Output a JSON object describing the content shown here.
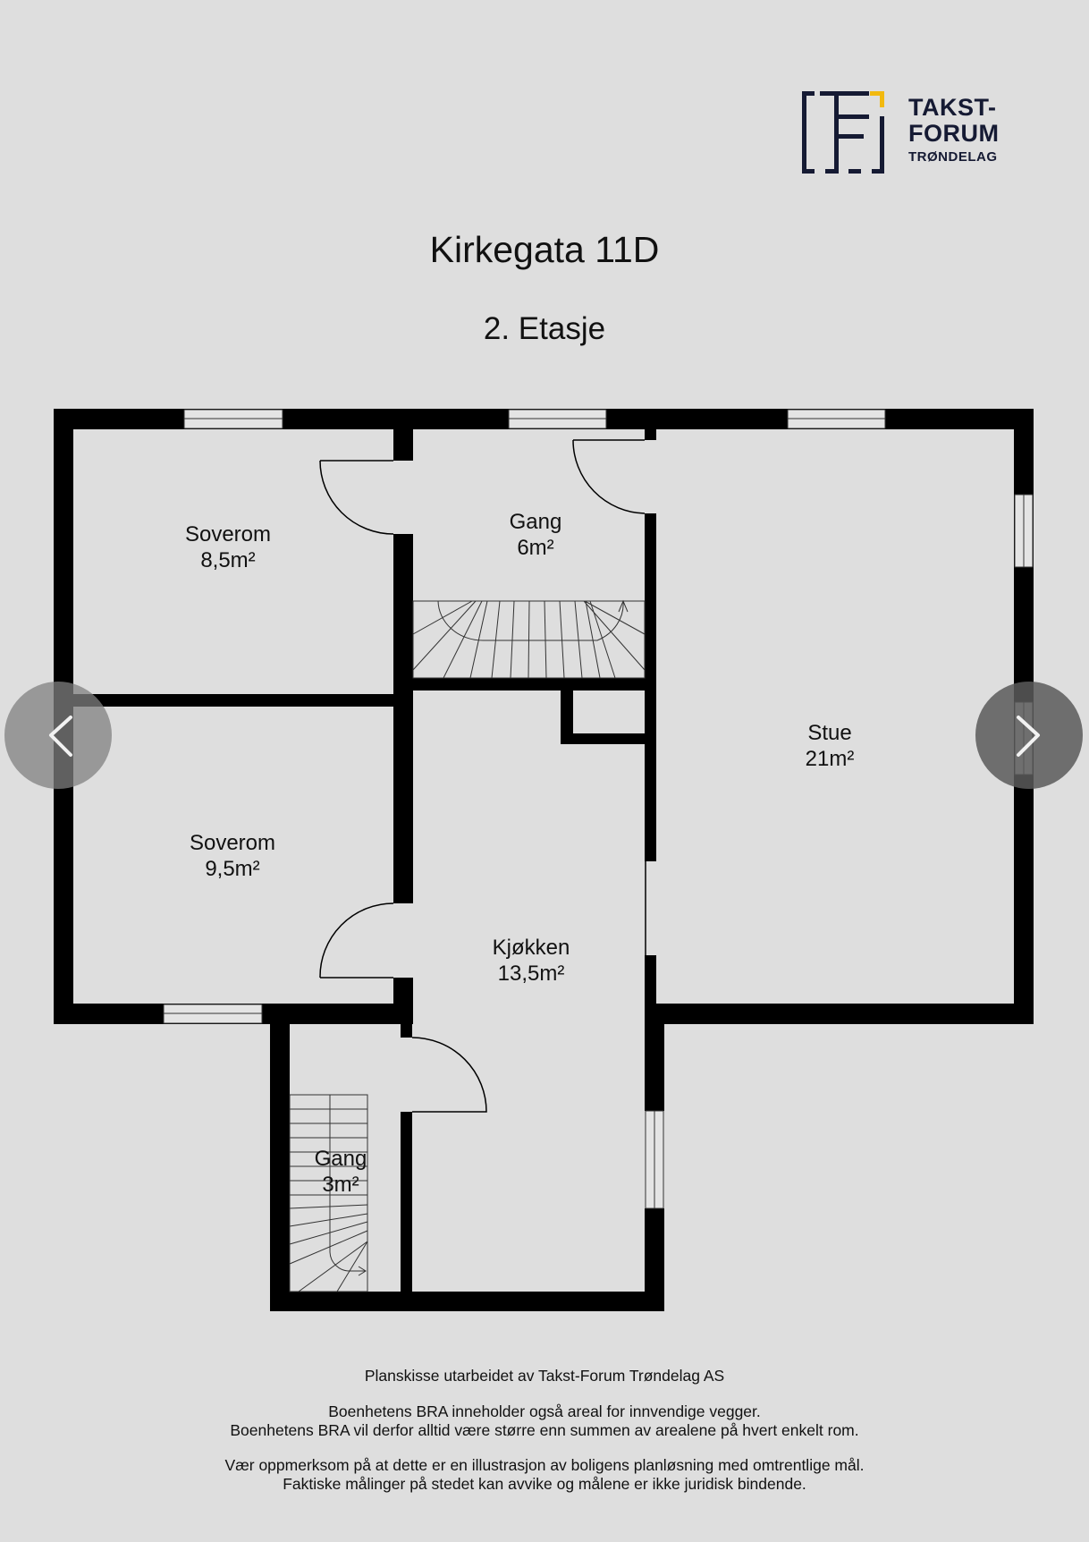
{
  "logo": {
    "line1": "TAKST-",
    "line2": "FORUM",
    "line3": "TRØNDELAG",
    "colors": {
      "navy": "#151a33",
      "accent": "#f2b90f"
    }
  },
  "header": {
    "title": "Kirkegata 11D",
    "subtitle": "2. Etasje"
  },
  "rooms": [
    {
      "name": "Soverom",
      "area": "8,5m²"
    },
    {
      "name": "Gang",
      "area": "6m²"
    },
    {
      "name": "Stue",
      "area": "21m²"
    },
    {
      "name": "Soverom",
      "area": "9,5m²"
    },
    {
      "name": "Kjøkken",
      "area": "13,5m²"
    },
    {
      "name": "Gang",
      "area": "3m²"
    }
  ],
  "navigation": {
    "prev_icon": "chevron-left-icon",
    "next_icon": "chevron-right-icon"
  },
  "footer": {
    "credit": "Planskisse utarbeidet av Takst-Forum Trøndelag AS",
    "bra_line1": "Boenhetens BRA inneholder også areal for innvendige vegger.",
    "bra_line2": "Boenhetens BRA vil derfor alltid være større enn summen av arealene på hvert enkelt rom.",
    "disclaimer_line1": "Vær oppmerksom på at dette er en illustrasjon av boligens planløsning med omtrentlige mål.",
    "disclaimer_line2": "Faktiske målinger på stedet kan avvike og målene er ikke juridisk bindende."
  },
  "colors": {
    "background": "#dedede",
    "wall": "#000000"
  }
}
